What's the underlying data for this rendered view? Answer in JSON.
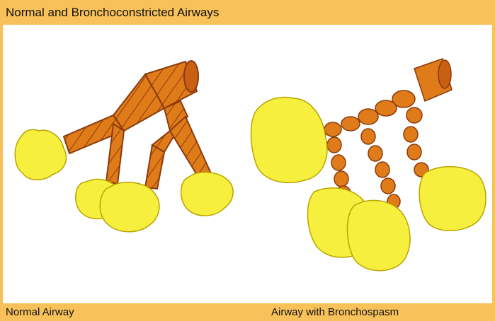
{
  "header": {
    "title": "Normal and Bronchoconstricted Airways"
  },
  "captions": {
    "left": "Normal Airway",
    "right": "Airway with Bronchospasm"
  },
  "colors": {
    "frame": "#f8c15a",
    "airway": "#e07b1a",
    "airway_stroke": "#8a3a0c",
    "alveoli": "#f7ef3e",
    "alveoli_stroke": "#b8a400"
  }
}
